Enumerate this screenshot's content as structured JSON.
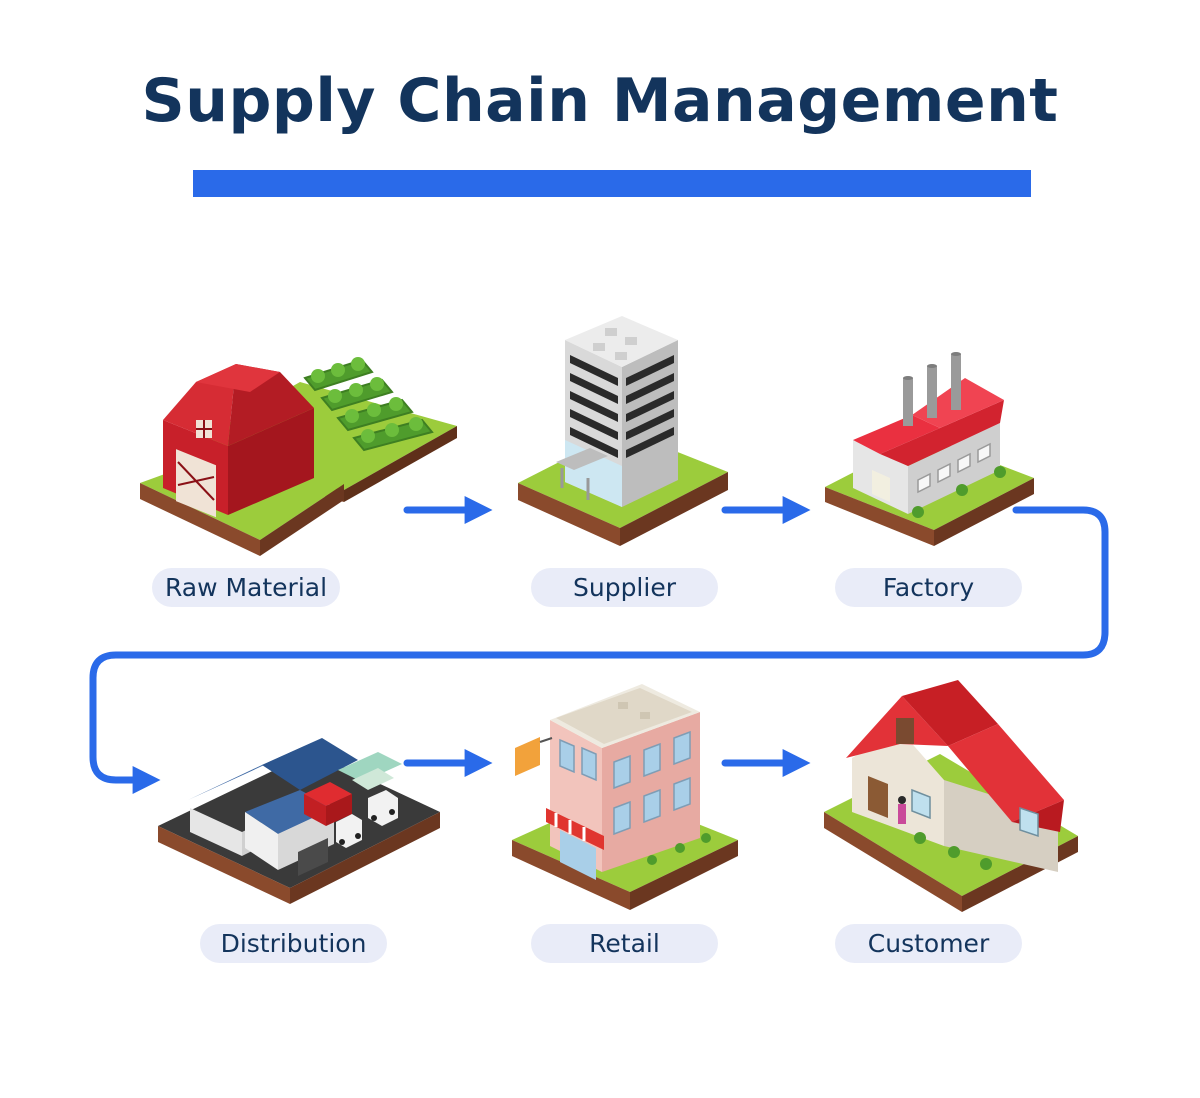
{
  "title": "Supply Chain Management",
  "colors": {
    "title": "#13345c",
    "accent": "#2a6ae9",
    "label_bg": "#e9ecf8",
    "grass": "#9ccc3c",
    "soil": "#8a4a2c"
  },
  "stages": [
    {
      "label": "Raw Material",
      "icon": "barn-farm-icon"
    },
    {
      "label": "Supplier",
      "icon": "office-building-icon"
    },
    {
      "label": "Factory",
      "icon": "factory-icon"
    },
    {
      "label": "Distribution",
      "icon": "warehouse-trucks-icon"
    },
    {
      "label": "Retail",
      "icon": "retail-store-icon"
    },
    {
      "label": "Customer",
      "icon": "house-icon"
    }
  ]
}
